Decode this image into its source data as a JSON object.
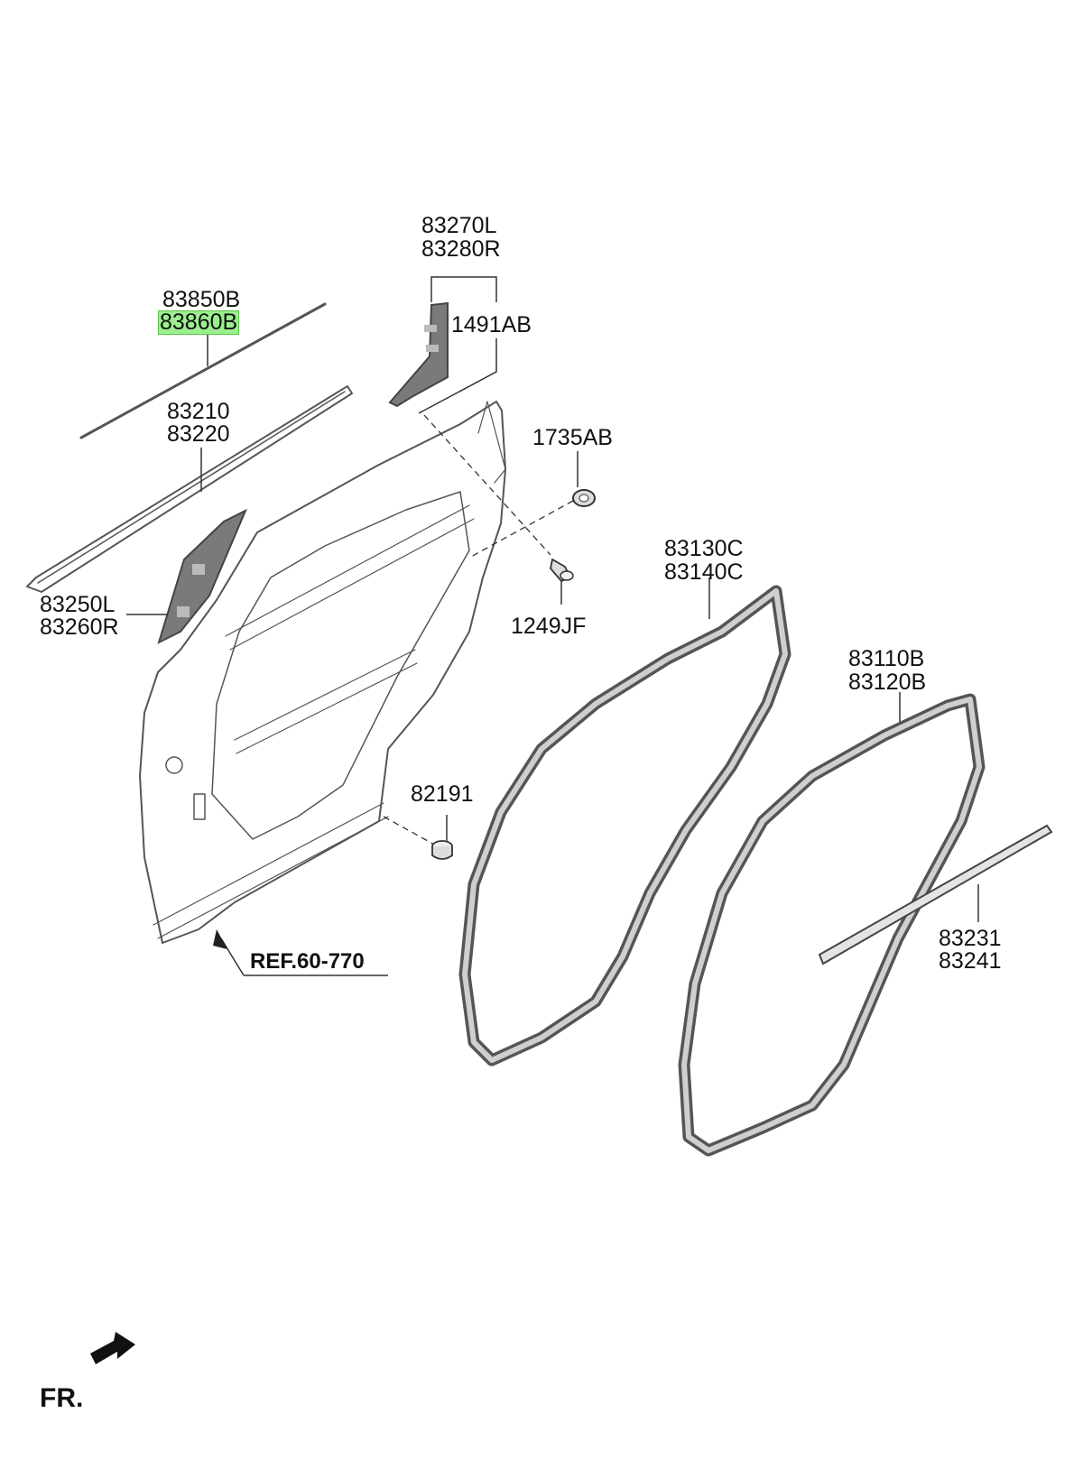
{
  "diagram": {
    "highlight_color": "#9bef8e",
    "labels": {
      "p83850B": "83850B",
      "p83860B": "83860B",
      "p83210": "83210",
      "p83220": "83220",
      "p83250L": "83250L",
      "p83260R": "83260R",
      "p83270L": "83270L",
      "p83280R": "83280R",
      "p1491AB": "1491AB",
      "p1735AB": "1735AB",
      "p1249JF": "1249JF",
      "p83130C": "83130C",
      "p83140C": "83140C",
      "p83110B": "83110B",
      "p83120B": "83120B",
      "p82191": "82191",
      "p83231": "83231",
      "p83241": "83241",
      "ref": "REF.60-770",
      "fr": "FR."
    }
  }
}
